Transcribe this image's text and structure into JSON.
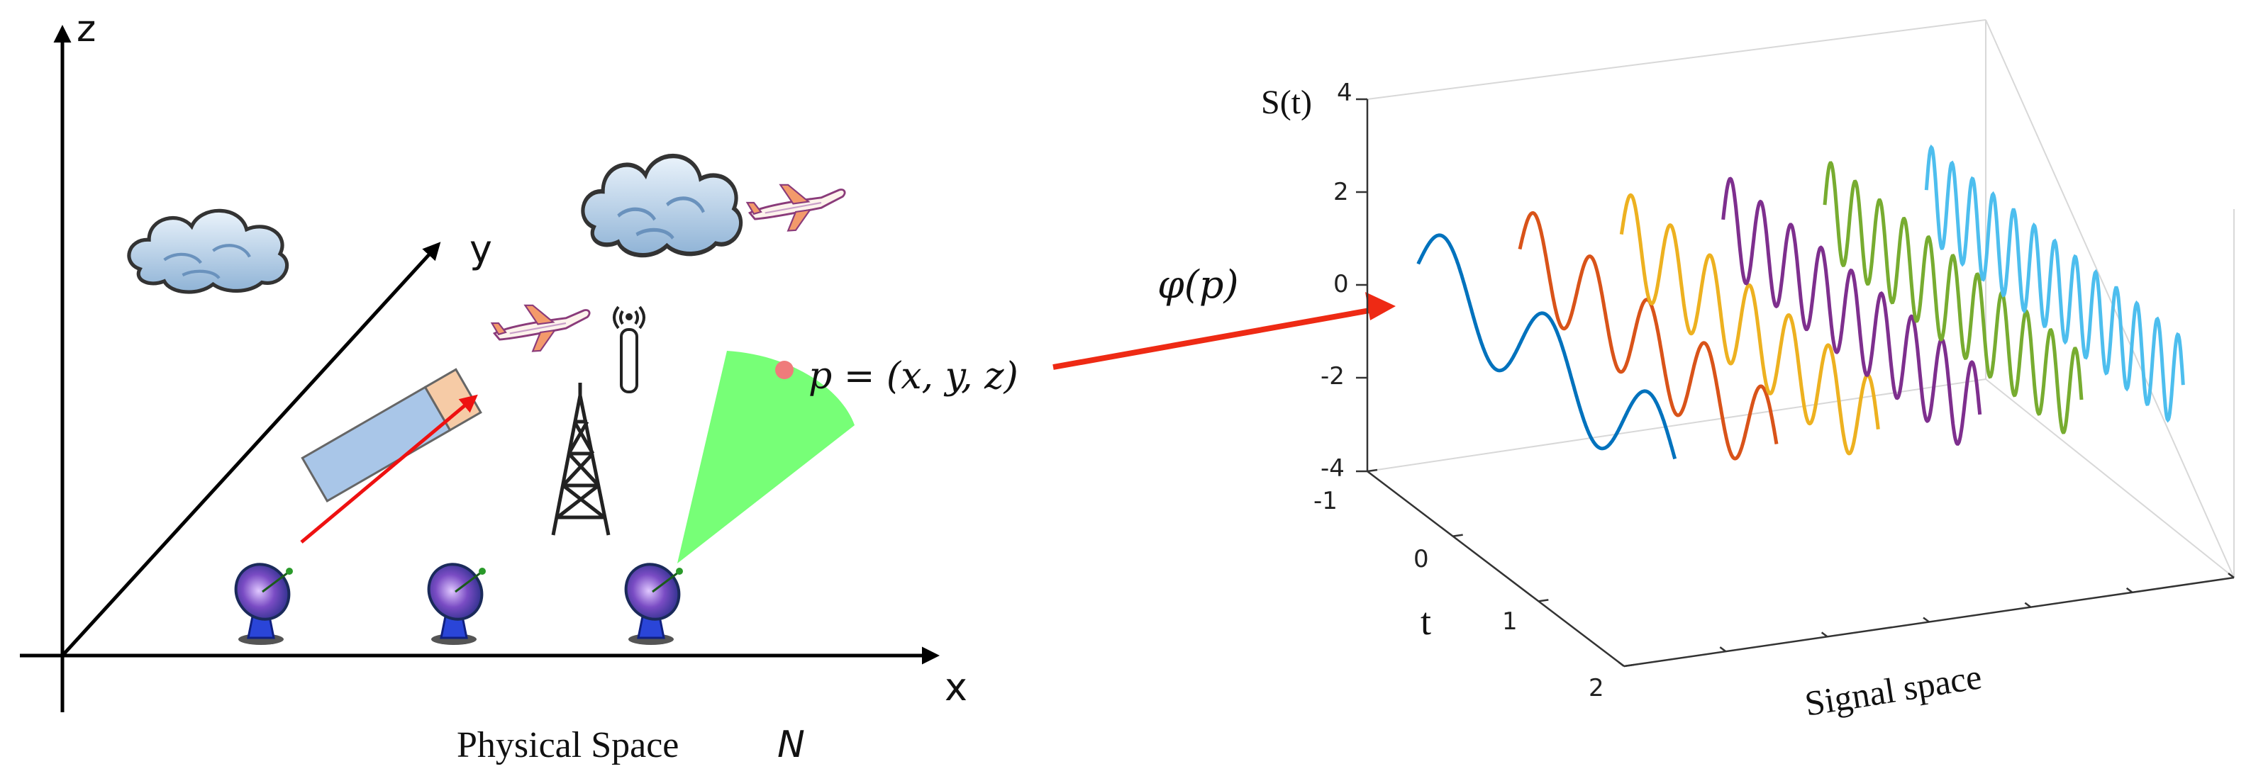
{
  "physical_space": {
    "axis_z": "z",
    "axis_y": "y",
    "axis_x": "x",
    "caption": "Physical Space",
    "caption_symbol": "N",
    "point_label": "p = (x, y, z)",
    "objects": [
      "cloud-icon",
      "cloud-icon",
      "airplane-icon",
      "airplane-icon",
      "antenna-icon",
      "tower-icon",
      "radar-dish-icon",
      "radar-dish-icon",
      "radar-dish-icon"
    ],
    "beam_color": "#77ff77",
    "point_color": "#ef7b7b",
    "motion_arrow_color": "#ee1111"
  },
  "mapping": {
    "label": "φ(p)",
    "arrow_color": "#ee2a14"
  },
  "chart_data": {
    "type": "line",
    "projection": "3d",
    "zlabel": "S(t)",
    "tlabel": "t",
    "xlabel": "Signal space",
    "z_ticks": [
      "4",
      "2",
      "0",
      "-2",
      "-4"
    ],
    "t_ticks": [
      "-1",
      "0",
      "1",
      "2"
    ],
    "zlim": [
      -4,
      4
    ],
    "tlim": [
      -1,
      2
    ],
    "series": [
      {
        "color": "#0072bd",
        "offset": -0.5,
        "amplitude": 1.0,
        "cycles": 2.5
      },
      {
        "color": "#d95319",
        "offset": 0.5,
        "amplitude": 1.0,
        "cycles": 4.5
      },
      {
        "color": "#edb120",
        "offset": 1.5,
        "amplitude": 1.0,
        "cycles": 6.5
      },
      {
        "color": "#7e2f8e",
        "offset": 2.5,
        "amplitude": 1.0,
        "cycles": 8.5
      },
      {
        "color": "#77ac30",
        "offset": 3.5,
        "amplitude": 1.0,
        "cycles": 10.5
      },
      {
        "color": "#4dbeee",
        "offset": 4.5,
        "amplitude": 1.0,
        "cycles": 12.5
      }
    ]
  }
}
